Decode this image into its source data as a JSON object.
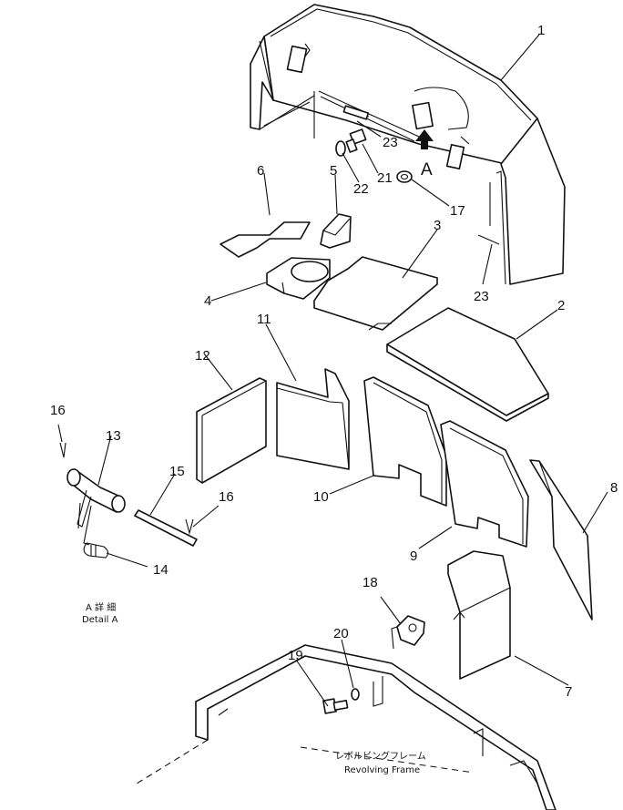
{
  "diagram": {
    "callouts": [
      "1",
      "2",
      "3",
      "4",
      "5",
      "6",
      "7",
      "8",
      "9",
      "10",
      "11",
      "12",
      "13",
      "14",
      "15",
      "16",
      "16",
      "17",
      "18",
      "19",
      "20",
      "21",
      "22",
      "23",
      "23"
    ],
    "view_marker": "A",
    "detail_label_jp": "A 詳 細",
    "detail_label_en": "Detail A",
    "frame_label_jp": "レボルビングフレーム",
    "frame_label_en": "Revolving Frame"
  }
}
